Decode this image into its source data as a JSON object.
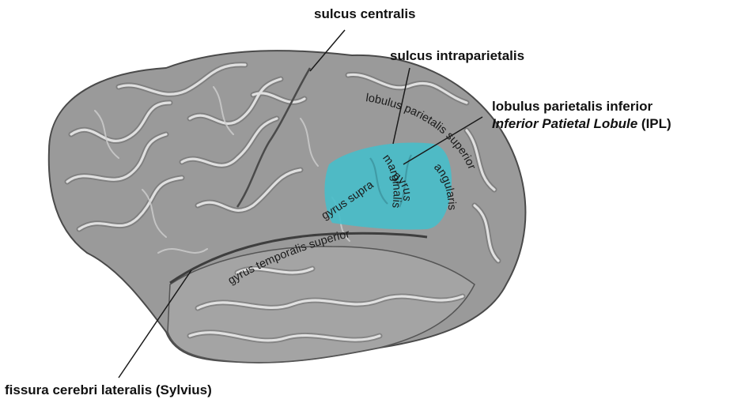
{
  "labels": {
    "sulcus_centralis": "sulcus centralis",
    "sulcus_intraparietalis": "sulcus intraparietalis",
    "ipl_line1": "lobulus parietalis inferior",
    "ipl_line2_italic": "Inferior Patietal Lobule",
    "ipl_line2_suffix": " (IPL)",
    "fissura": "fissura cerebri lateralis (Sylvius)",
    "lobulus_superior": "lobulus parietalis superior",
    "gyrus_supra": "gyrus supra",
    "marginalis": "marginalis",
    "gyrus_angularis_gyrus": "gyrus",
    "gyrus_angularis_angularis": "angularis",
    "gyrus_temporalis": "gyrus temporalis superior"
  },
  "colors": {
    "cortex_base": "#9a9a9a",
    "cortex_dark": "#5e5e5e",
    "sulcus_light": "#e6e6e6",
    "highlight": "#49bdc9"
  }
}
